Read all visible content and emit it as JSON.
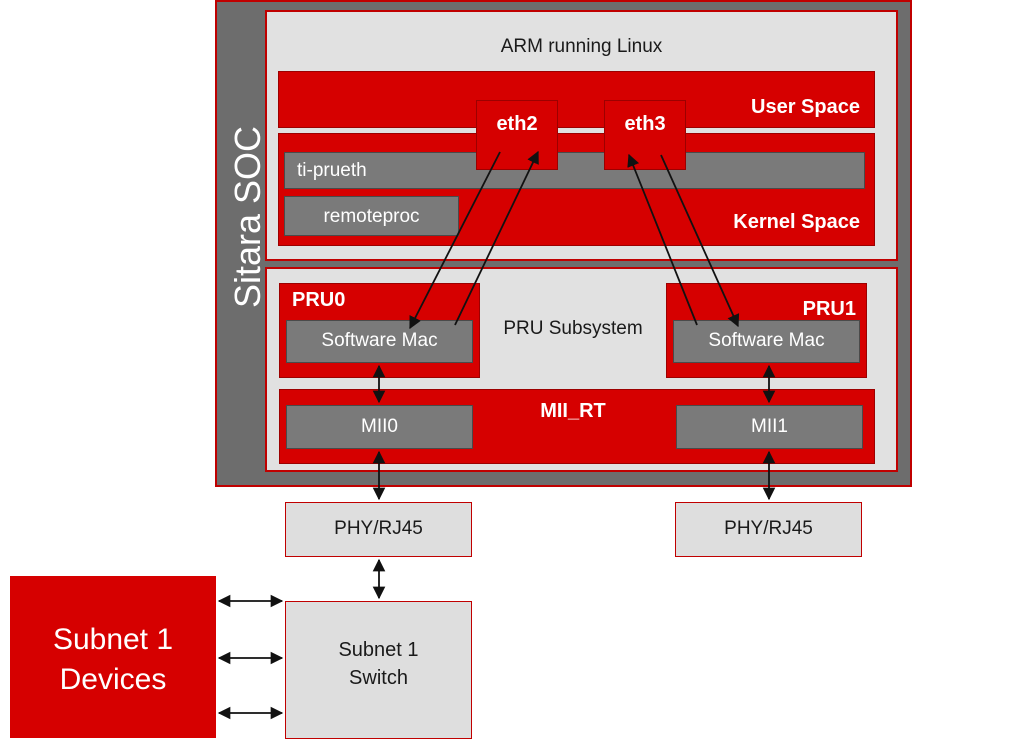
{
  "soc": {
    "title": "Sitara SOC"
  },
  "arm": {
    "title": "ARM running Linux",
    "user_space": "User Space",
    "kernel_space": "Kernel Space",
    "eth2": "eth2",
    "eth3": "eth3",
    "ti_prueth": "ti-prueth",
    "remoteproc": "remoteproc"
  },
  "pru": {
    "title": "PRU Subsystem",
    "pru0": "PRU0",
    "pru1": "PRU1",
    "software_mac": "Software  Mac",
    "mii_rt": "MII_RT",
    "mii0": "MII0",
    "mii1": "MII1"
  },
  "external": {
    "phy0": "PHY/RJ45",
    "phy1": "PHY/RJ45",
    "switch": "Subnet 1\nSwitch",
    "devices": "Subnet 1\nDevices"
  },
  "colors": {
    "red": "#d60000",
    "grey": "#7a7a7a",
    "light_grey": "#e1e1e1",
    "border_red": "#c00000"
  }
}
